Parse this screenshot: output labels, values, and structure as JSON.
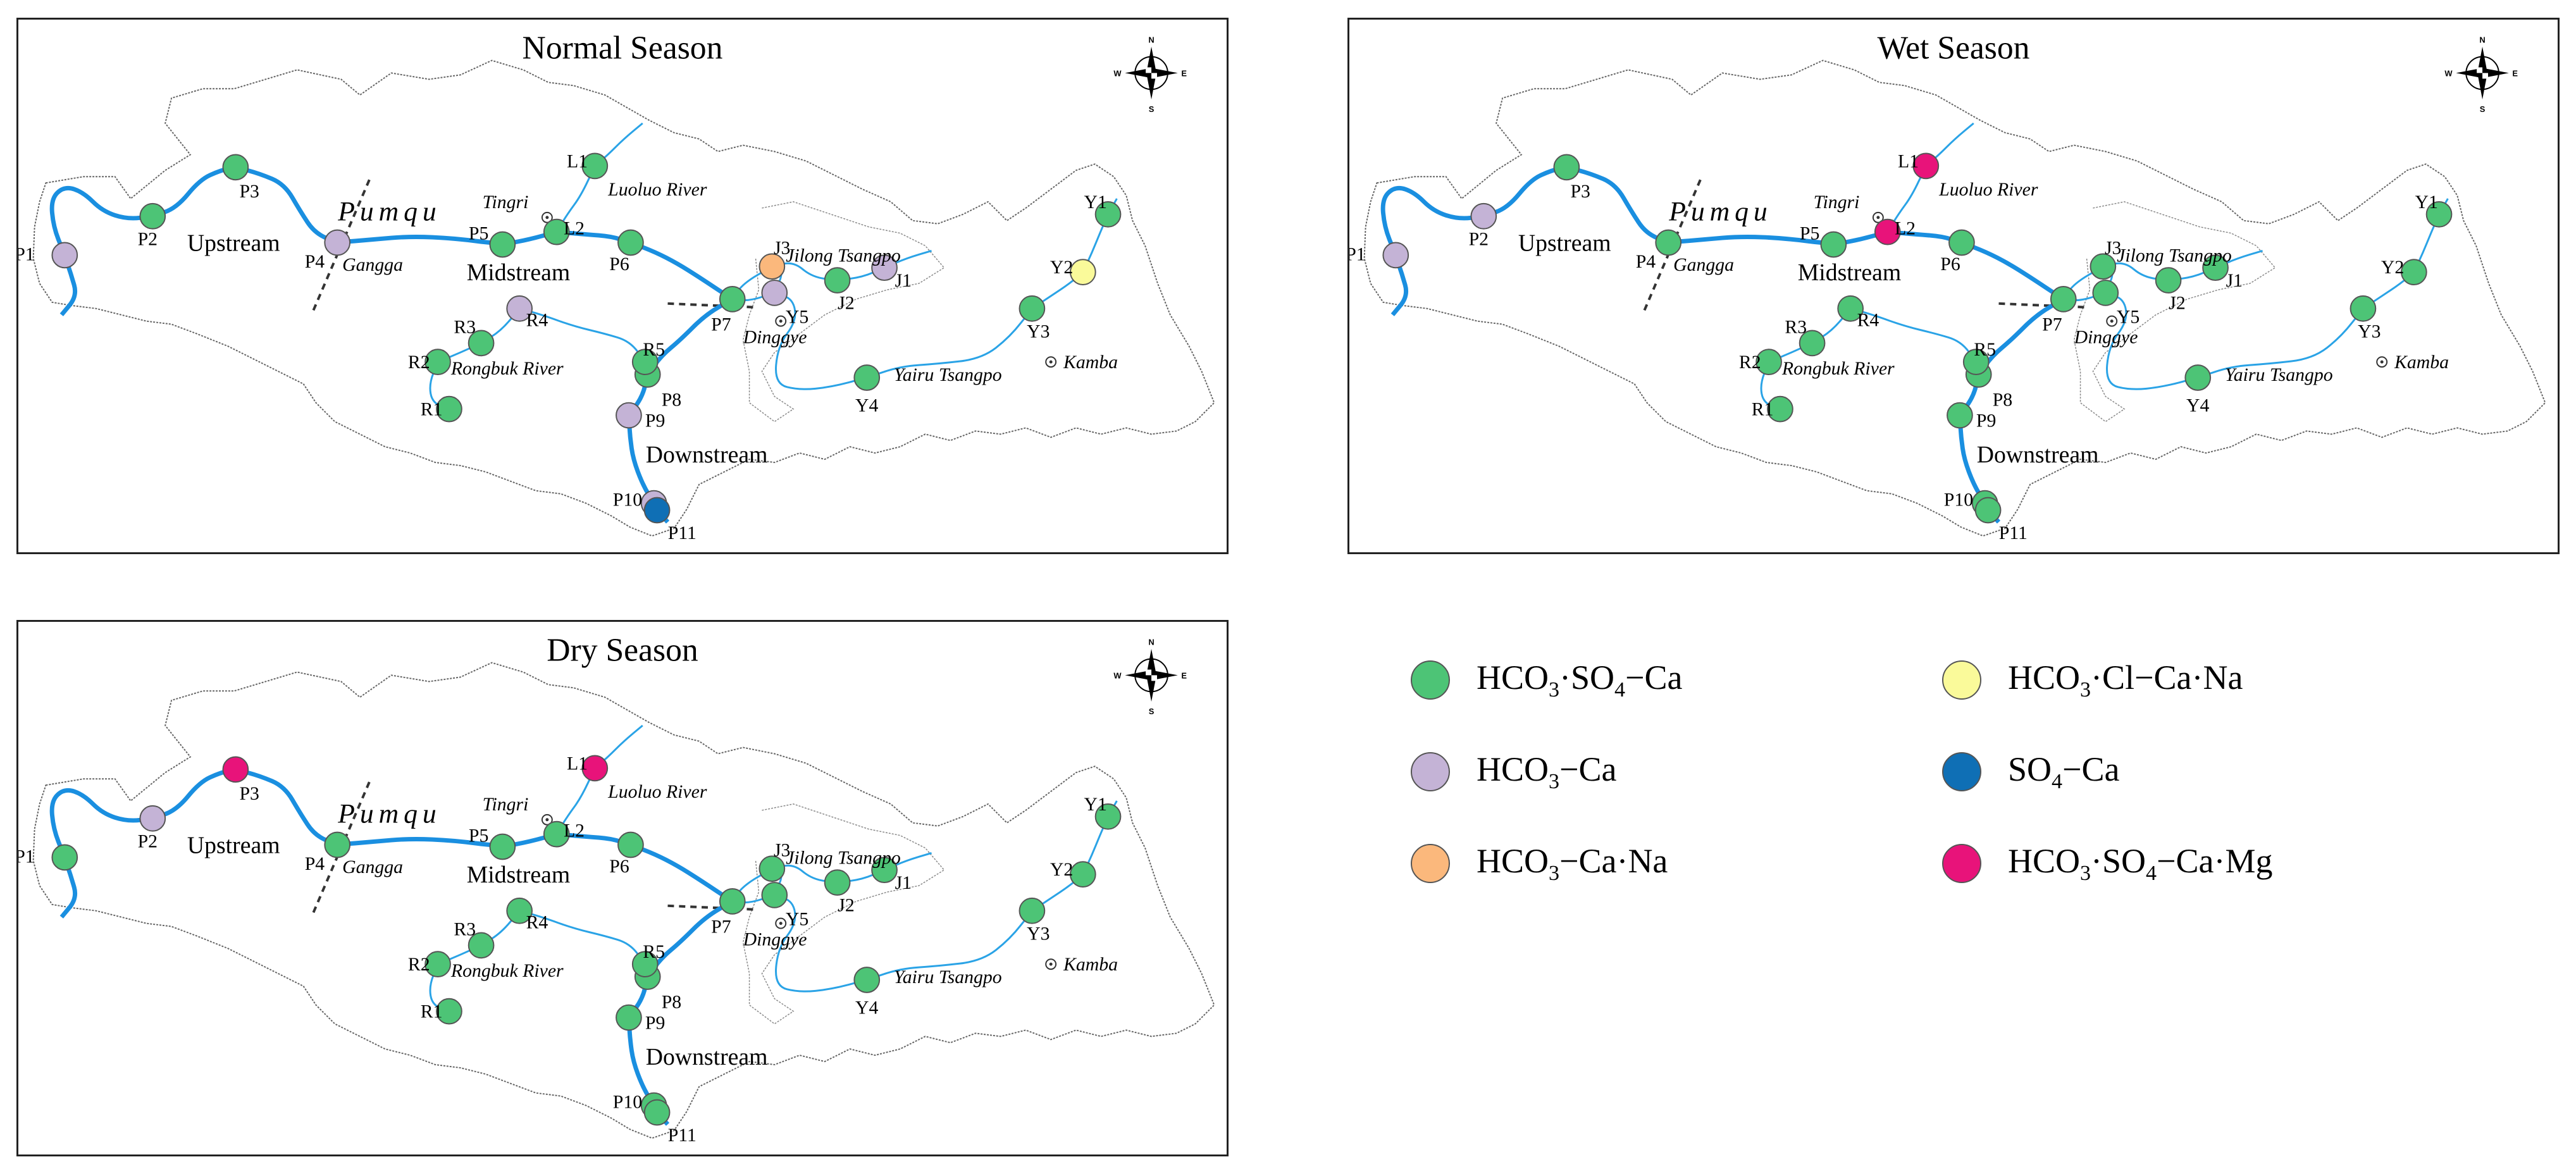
{
  "panels": [
    {
      "id": "normal",
      "title": "Normal Season",
      "colors": {
        "P1": "HCO3-Ca",
        "P2": "HCO3SO4-Ca",
        "P3": "HCO3SO4-Ca",
        "P4": "HCO3-Ca",
        "P5": "HCO3SO4-Ca",
        "P6": "HCO3SO4-Ca",
        "P7": "HCO3SO4-Ca",
        "P8": "HCO3SO4-Ca",
        "P9": "HCO3-Ca",
        "P10": "HCO3-Ca",
        "P11": "SO4-Ca",
        "L1": "HCO3SO4-Ca",
        "L2": "HCO3SO4-Ca",
        "R1": "HCO3SO4-Ca",
        "R2": "HCO3SO4-Ca",
        "R3": "HCO3SO4-Ca",
        "R4": "HCO3-Ca",
        "R5": "HCO3SO4-Ca",
        "J1": "HCO3-Ca",
        "J2": "HCO3SO4-Ca",
        "J3": "HCO3-Ca·Na",
        "Y1": "HCO3SO4-Ca",
        "Y2": "HCO3Cl-Ca·Na",
        "Y3": "HCO3SO4-Ca",
        "Y4": "HCO3SO4-Ca",
        "Y5": "HCO3-Ca"
      }
    },
    {
      "id": "wet",
      "title": "Wet Season",
      "colors": {
        "P1": "HCO3-Ca",
        "P2": "HCO3-Ca",
        "P3": "HCO3SO4-Ca",
        "P4": "HCO3SO4-Ca",
        "P5": "HCO3SO4-Ca",
        "P6": "HCO3SO4-Ca",
        "P7": "HCO3SO4-Ca",
        "P8": "HCO3SO4-Ca",
        "P9": "HCO3SO4-Ca",
        "P10": "HCO3SO4-Ca",
        "P11": "HCO3SO4-Ca",
        "L1": "HCO3SO4-Ca·Mg",
        "L2": "HCO3SO4-Ca·Mg",
        "R1": "HCO3SO4-Ca",
        "R2": "HCO3SO4-Ca",
        "R3": "HCO3SO4-Ca",
        "R4": "HCO3SO4-Ca",
        "R5": "HCO3SO4-Ca",
        "J1": "HCO3SO4-Ca",
        "J2": "HCO3SO4-Ca",
        "J3": "HCO3SO4-Ca",
        "Y1": "HCO3SO4-Ca",
        "Y2": "HCO3SO4-Ca",
        "Y3": "HCO3SO4-Ca",
        "Y4": "HCO3SO4-Ca",
        "Y5": "HCO3SO4-Ca"
      }
    },
    {
      "id": "dry",
      "title": "Dry Season",
      "colors": {
        "P1": "HCO3SO4-Ca",
        "P2": "HCO3-Ca",
        "P3": "HCO3SO4-Ca·Mg",
        "P4": "HCO3SO4-Ca",
        "P5": "HCO3SO4-Ca",
        "P6": "HCO3SO4-Ca",
        "P7": "HCO3SO4-Ca",
        "P8": "HCO3SO4-Ca",
        "P9": "HCO3SO4-Ca",
        "P10": "HCO3SO4-Ca",
        "P11": "HCO3SO4-Ca",
        "L1": "HCO3SO4-Ca·Mg",
        "L2": "HCO3SO4-Ca",
        "R1": "HCO3SO4-Ca",
        "R2": "HCO3SO4-Ca",
        "R3": "HCO3SO4-Ca",
        "R4": "HCO3SO4-Ca",
        "R5": "HCO3SO4-Ca",
        "J1": "HCO3SO4-Ca",
        "J2": "HCO3SO4-Ca",
        "J3": "HCO3SO4-Ca",
        "Y1": "HCO3SO4-Ca",
        "Y2": "HCO3SO4-Ca",
        "Y3": "HCO3SO4-Ca",
        "Y4": "HCO3SO4-Ca",
        "Y5": "HCO3SO4-Ca"
      }
    }
  ],
  "site_labels": [
    "P1",
    "P2",
    "P3",
    "P4",
    "P5",
    "P6",
    "P7",
    "P8",
    "P9",
    "P10",
    "P11",
    "L1",
    "L2",
    "R1",
    "R2",
    "R3",
    "R4",
    "R5",
    "J1",
    "J2",
    "J3",
    "Y1",
    "Y2",
    "Y3",
    "Y4",
    "Y5"
  ],
  "labels": {
    "upstream": "Upstream",
    "midstream": "Midstream",
    "downstream": "Downstream",
    "pumqu": "Pumqu",
    "gangga": "Gangga",
    "tingri": "Tingri",
    "luoluo": "Luoluo River",
    "rongbuk": "Rongbuk River",
    "jilong": "Jilong Tsangpo",
    "dinggye": "Dinggye",
    "yairu": "Yairu Tsangpo",
    "kamba": "Kamba"
  },
  "compass": {
    "n": "N",
    "s": "S",
    "e": "E",
    "w": "W"
  },
  "legend": [
    {
      "key": "HCO3SO4-Ca",
      "color": "#4dc476",
      "parts": [
        [
          "HCO",
          "n"
        ],
        [
          "3",
          "sub"
        ],
        [
          "·SO",
          "n"
        ],
        [
          "4",
          "sub"
        ],
        [
          "−Ca",
          "n"
        ]
      ]
    },
    {
      "key": "HCO3-Ca",
      "color": "#c4b3d6",
      "parts": [
        [
          "HCO",
          "n"
        ],
        [
          "3",
          "sub"
        ],
        [
          "−Ca",
          "n"
        ]
      ]
    },
    {
      "key": "HCO3-Ca·Na",
      "color": "#fbb87c",
      "parts": [
        [
          "HCO",
          "n"
        ],
        [
          "3",
          "sub"
        ],
        [
          "−Ca·Na",
          "n"
        ]
      ]
    },
    {
      "key": "HCO3Cl-Ca·Na",
      "color": "#fafa9a",
      "parts": [
        [
          "HCO",
          "n"
        ],
        [
          "3",
          "sub"
        ],
        [
          "·Cl−Ca·Na",
          "n"
        ]
      ]
    },
    {
      "key": "SO4-Ca",
      "color": "#0f6fb5",
      "parts": [
        [
          "SO",
          "n"
        ],
        [
          "4",
          "sub"
        ],
        [
          "−Ca",
          "n"
        ]
      ]
    },
    {
      "key": "HCO3SO4-Ca·Mg",
      "color": "#e8137a",
      "parts": [
        [
          "HCO",
          "n"
        ],
        [
          "3",
          "sub"
        ],
        [
          "·SO",
          "n"
        ],
        [
          "4",
          "sub"
        ],
        [
          "−Ca·Mg",
          "n"
        ]
      ]
    }
  ]
}
